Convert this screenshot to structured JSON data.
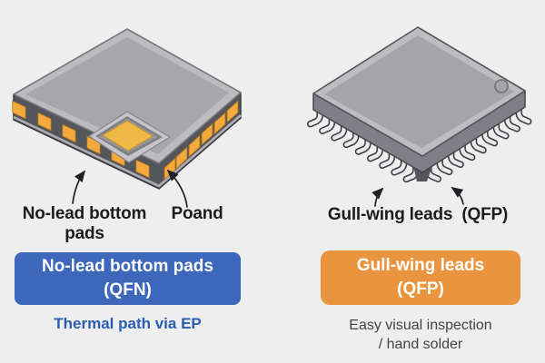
{
  "colors": {
    "background": "#EFEEEF",
    "qfn_box_bg": "#3C67BB",
    "qfp_box_bg": "#E9953F",
    "box_text": "#FFFFFF",
    "callout_text": "#1C1C1E",
    "qfn_caption_text": "#2A5CB2",
    "qfp_caption_text": "#424246",
    "chip_top_gray": "#A6A6AB",
    "chip_side_dark_gray": "#55555C",
    "solder_pad_orange": "#F3A93C",
    "exposed_pad_orange": "#EEBA45",
    "lead_silver": "#E9E9EC"
  },
  "qfn": {
    "callout_pads_line1": "No-lead bottom",
    "callout_pads_line2": "pads",
    "callout_pound": "Poand",
    "box_line1": "No-lead bottom pads",
    "box_line2": "(QFN)",
    "caption": "Thermal path via EP"
  },
  "qfp": {
    "callout": "Gull-wing leads  (QFP)",
    "box_line1": "Gull-wing leads",
    "box_line2": "(QFP)",
    "caption_line1": "Easy visual inspection",
    "caption_line2": "/ hand solder"
  }
}
